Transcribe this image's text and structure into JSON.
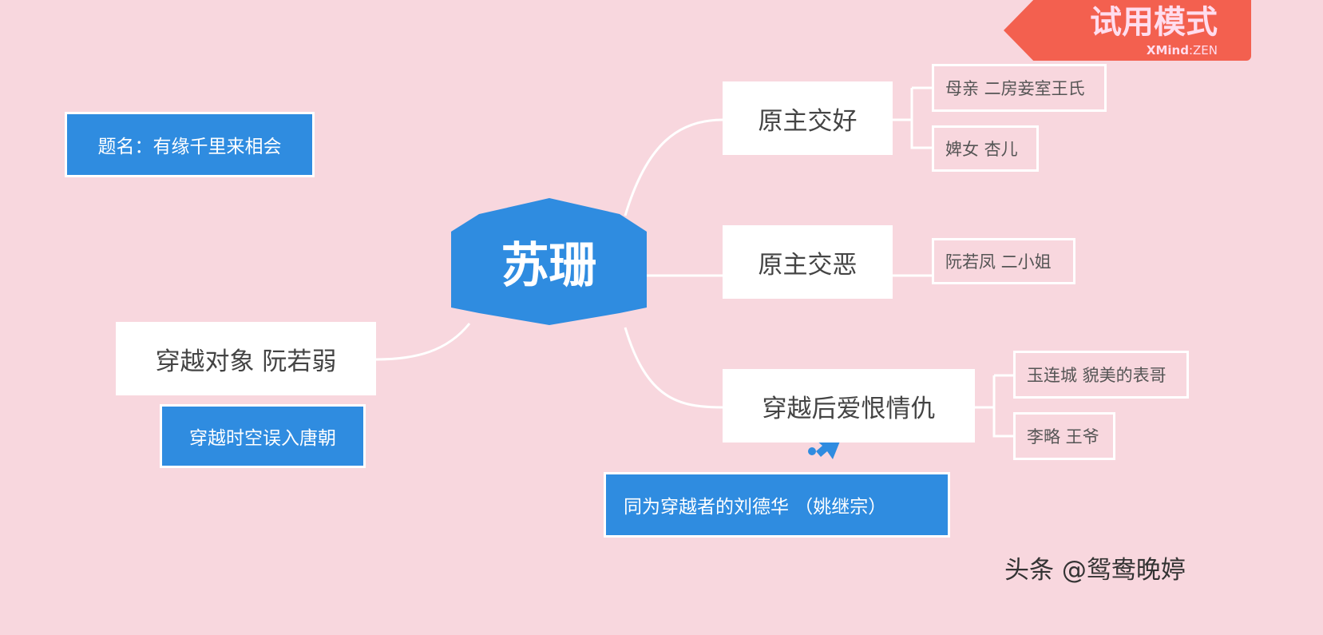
{
  "central": "苏珊",
  "title_note": "题名：有缘千里来相会",
  "left_topic": {
    "label": "穿越对象 阮若弱",
    "note": "穿越时空误入唐朝"
  },
  "right_topics": [
    {
      "label": "原主交好",
      "children": [
        "母亲 二房妾室王氏",
        "婢女  杏儿"
      ]
    },
    {
      "label": "原主交恶",
      "children": [
        "阮若凤  二小姐"
      ]
    },
    {
      "label": "穿越后爱恨情仇",
      "children": [
        "玉连城 貌美的表哥",
        "李略  王爷"
      ]
    }
  ],
  "floating_note": "同为穿越者的刘德华  （姚继宗）",
  "trial_badge": {
    "title": "试用模式",
    "brand": "XMind",
    "brand_suffix": "ZEN"
  },
  "watermark": "头条 @鸳鸯晚婷",
  "colors": {
    "background": "#f8d7de",
    "blue": "#2f8ce0",
    "badge": "#f25a47"
  }
}
